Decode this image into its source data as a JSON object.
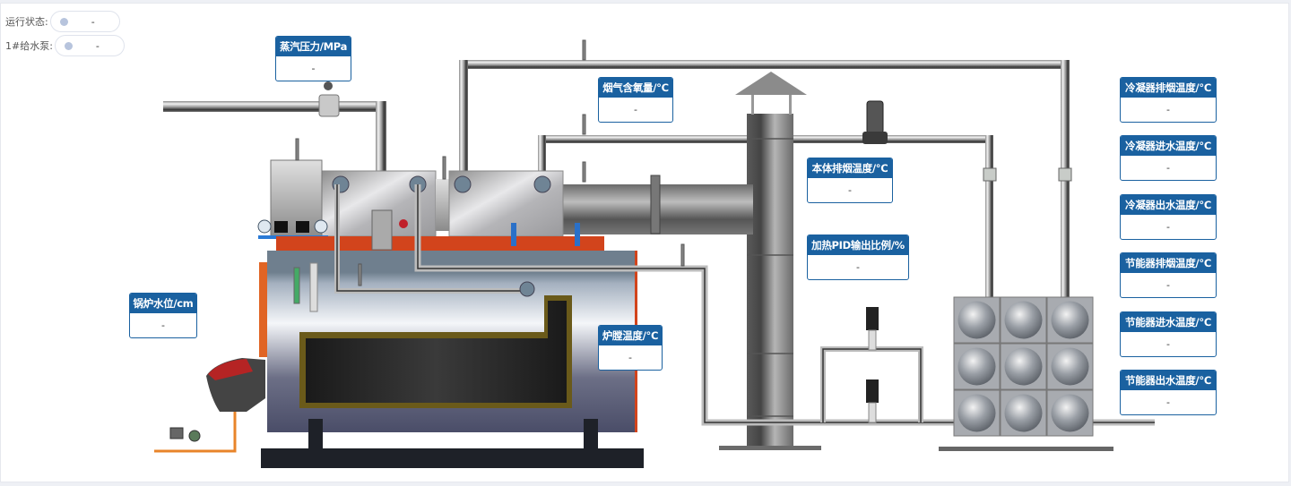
{
  "status": {
    "run_state": {
      "label": "运行状态:",
      "value": "-",
      "dot_color": "#b7c4dd"
    },
    "pump1": {
      "label": "1#给水泵:",
      "value": "-",
      "dot_color": "#b7c4dd"
    }
  },
  "gauges": {
    "steam_pressure": {
      "title": "蒸汽压力/MPa",
      "value": "-"
    },
    "flue_oxygen": {
      "title": "烟气含氧量/℃",
      "value": "-"
    },
    "body_exhaust_temp": {
      "title": "本体排烟温度/℃",
      "value": "-"
    },
    "heating_pid_output": {
      "title": "加热PID输出比例/%",
      "value": "-"
    },
    "boiler_water_level": {
      "title": "锅炉水位/cm",
      "value": "-"
    },
    "furnace_temp": {
      "title": "炉膛温度/℃",
      "value": "-"
    },
    "condenser_exhaust_temp": {
      "title": "冷凝器排烟温度/℃",
      "value": "-"
    },
    "condenser_inlet_temp": {
      "title": "冷凝器进水温度/℃",
      "value": "-"
    },
    "condenser_outlet_temp": {
      "title": "冷凝器出水温度/℃",
      "value": "-"
    },
    "economizer_exhaust_temp": {
      "title": "节能器排烟温度/℃",
      "value": "-"
    },
    "economizer_inlet_temp": {
      "title": "节能器进水温度/℃",
      "value": "-"
    },
    "economizer_outlet_temp": {
      "title": "节能器出水温度/℃",
      "value": "-"
    }
  },
  "colors": {
    "accent": "#1a61a0",
    "boiler_red": "#d2441c",
    "fuel_line": "#e8842a"
  }
}
